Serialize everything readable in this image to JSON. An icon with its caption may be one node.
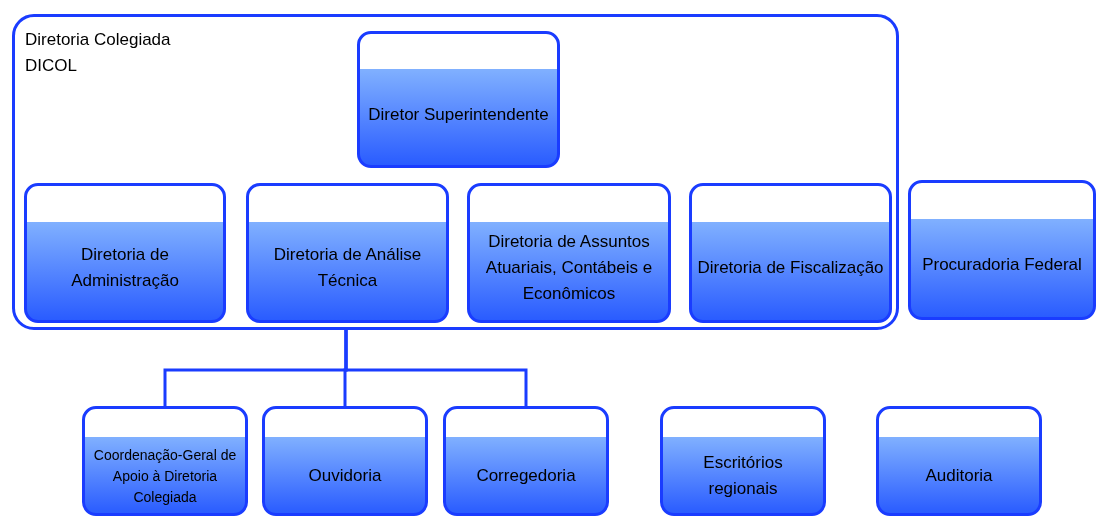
{
  "diagram": {
    "nodes": [
      {
        "text": [
          "Diretoria Colegiada DICOL"
        ]
      },
      {
        "text": [
          "Diretor Superintendente"
        ],
        "in": 0
      },
      {
        "text": [
          "Diretoria de Administração"
        ],
        "in": 0
      },
      {
        "text": [
          "Diretoria de Análise Técnica"
        ],
        "in": 0
      },
      {
        "text": [
          "Diretoria de Assuntos Atuariais, Contábeis e Econômicos"
        ],
        "in": 0
      },
      {
        "text": [
          "Diretoria de Fiscalização"
        ],
        "in": 0
      },
      {
        "text": [
          "Procuradoria Federal"
        ]
      },
      {
        "text": [
          "Coordenação-Geral de Apoio à Diretoria Colegiada"
        ]
      },
      {
        "text": [
          "Ouvidoria"
        ]
      },
      {
        "text": [
          "Corregedoria"
        ]
      },
      {
        "text": [
          "Escritórios regionais"
        ]
      },
      {
        "text": [
          "Auditoria"
        ]
      }
    ],
    "edges": [
      {
        "from": 0,
        "to": 7,
        "arrow": "none"
      },
      {
        "from": 0,
        "to": 8,
        "arrow": "none"
      },
      {
        "from": 0,
        "to": 9,
        "arrow": "none"
      }
    ]
  }
}
